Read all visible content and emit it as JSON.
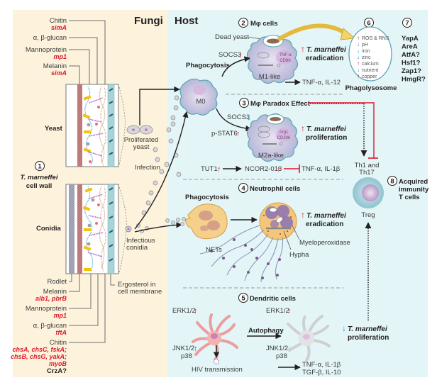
{
  "colors": {
    "fungi_bg": "#fdf3dc",
    "host_bg": "#e3f5f7",
    "gene_red": "#e0182d",
    "down_blue": "#2b8fd6",
    "up_red": "#e0182d",
    "inhibit_red": "#e0182d",
    "yellow_arrow": "#f5d36b"
  },
  "panels": {
    "fungi_title": "Fungi",
    "host_title": "Host"
  },
  "cell_wall": {
    "number": "1",
    "title_line1": "T. marneffei",
    "title_line2": "cell wall",
    "yeast_label": "Yeast",
    "conidia_label": "Conidia",
    "yeast_components": [
      {
        "name": "Chitin",
        "gene": "simA"
      },
      {
        "name": "α, β-glucan",
        "gene": ""
      },
      {
        "name": "Mannoprotein",
        "gene": "mp1"
      },
      {
        "name": "Melanin",
        "gene": "simA"
      }
    ],
    "conidia_components": [
      {
        "name": "Rodlet",
        "gene": ""
      },
      {
        "name": "Melanin",
        "gene": "alb1, pbrB"
      },
      {
        "name": "Mannoprotein",
        "gene": "mp1"
      },
      {
        "name": "α, β-glucan",
        "gene": "tftA"
      },
      {
        "name": "Chitin",
        "gene_lines": [
          "chsA, chsC, fskA;",
          "chsB, chsG, yakA;",
          "myoB"
        ],
        "extra": "CrzA?"
      }
    ],
    "ergosterol_line1": "Ergosterol in",
    "ergosterol_line2": "cell membrane"
  },
  "fungal_forms": {
    "proliferated_line1": "Proliferated",
    "proliferated_line2": "yeast",
    "infection": "Infection",
    "infectious_line1": "Infectious",
    "infectious_line2": "conidia"
  },
  "macrophage": {
    "number": "2",
    "title": "Mφ cells",
    "dead_yeast": "Dead yeast",
    "phagocytosis": "Phagocytosis",
    "m0": "M0",
    "socs3_up": "SOCS3",
    "m1_inner_1": "TNF-α",
    "m1_inner_2": "CD86",
    "m1_label": "M1-like",
    "m1_output": "TNF-α, IL-12",
    "eradication_line1": "T. marneffei",
    "eradication_line2": "eradication"
  },
  "paradox": {
    "number": "3",
    "title": "Mφ Paradox Effect",
    "socs3_down": "SOCS3",
    "pstat6": "p-STAT6",
    "m2_inner_1": "Arg1",
    "m2_inner_2": "CD206",
    "m2_label": "M2a-like",
    "proliferation_line1": "T. marneffei",
    "proliferation_line2": "proliferation",
    "tut1": "TUT1",
    "ncor": "NCOR2-013",
    "inhibited_output": "TNF-α, IL-1β"
  },
  "phagolysosome": {
    "number": "6",
    "label": "Phagolysosome",
    "items": [
      {
        "text": "ROS & RNS",
        "direction": "up"
      },
      {
        "text": "pH",
        "direction": "down"
      },
      {
        "text": "iron",
        "direction": "down"
      },
      {
        "text": "zinc",
        "direction": "down"
      },
      {
        "text": "calcium",
        "direction": "up"
      },
      {
        "text": "nutrient",
        "direction": "down"
      },
      {
        "text": "copper",
        "direction": "up"
      }
    ]
  },
  "regulators": {
    "number": "7",
    "items": [
      "YapA",
      "AreA",
      "AtfA?",
      "Hsf1?",
      "Zap1?",
      "HmgR?"
    ]
  },
  "neutrophil": {
    "number": "4",
    "title": "Neutrophil cells",
    "phagocytosis": "Phagocytosis",
    "nets": "NETs",
    "hypha": "Hypha",
    "mpo": "Myeloperoxidase",
    "eradication_line1": "T. marneffei",
    "eradication_line2": "eradication"
  },
  "tcells": {
    "number": "8",
    "th_line1": "Th1 and",
    "th_line2": "Th17",
    "treg": "Treg",
    "title_line1": "Acquired",
    "title_line2": "immunity",
    "title_line3": "T cells"
  },
  "dendritic": {
    "number": "5",
    "title": "Dendritic cells",
    "erk_left": "ERK1/2",
    "jnk_left": "JNK1/2",
    "p38_left": "p38",
    "hiv": "HIV transmission",
    "autophagy": "Autophagy",
    "erk_right": "ERK1/2",
    "jnk_right": "JNK1/2",
    "p38_right": "p38",
    "output_line1": "TNF-α, IL-1β",
    "output_line2": "TGF-β, IL-10",
    "proliferation_line1": "T. marneffei",
    "proliferation_line2": "proliferation"
  }
}
